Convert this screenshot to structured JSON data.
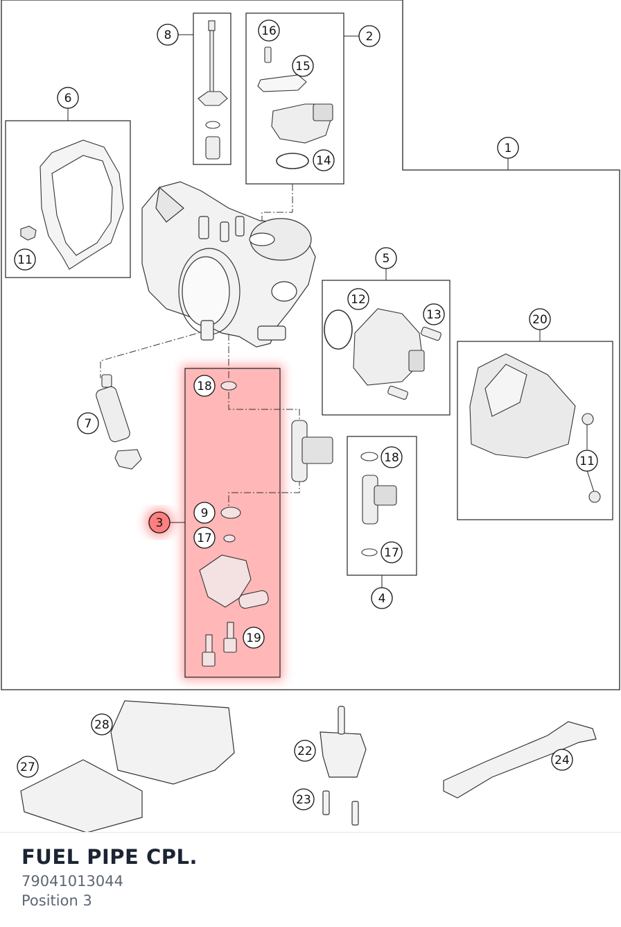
{
  "diagram": {
    "callouts": [
      {
        "id": "c1",
        "label": "1"
      },
      {
        "id": "c2",
        "label": "2"
      },
      {
        "id": "c3",
        "label": "3"
      },
      {
        "id": "c4",
        "label": "4"
      },
      {
        "id": "c5",
        "label": "5"
      },
      {
        "id": "c6",
        "label": "6"
      },
      {
        "id": "c7",
        "label": "7"
      },
      {
        "id": "c8",
        "label": "8"
      },
      {
        "id": "c9",
        "label": "9"
      },
      {
        "id": "c11a",
        "label": "11"
      },
      {
        "id": "c11b",
        "label": "11"
      },
      {
        "id": "c12",
        "label": "12"
      },
      {
        "id": "c13",
        "label": "13"
      },
      {
        "id": "c14",
        "label": "14"
      },
      {
        "id": "c15",
        "label": "15"
      },
      {
        "id": "c16",
        "label": "16"
      },
      {
        "id": "c17a",
        "label": "17"
      },
      {
        "id": "c17b",
        "label": "17"
      },
      {
        "id": "c18a",
        "label": "18"
      },
      {
        "id": "c18b",
        "label": "18"
      },
      {
        "id": "c19",
        "label": "19"
      },
      {
        "id": "c20",
        "label": "20"
      },
      {
        "id": "c22",
        "label": "22"
      },
      {
        "id": "c23",
        "label": "23"
      },
      {
        "id": "c24",
        "label": "24"
      },
      {
        "id": "c27",
        "label": "27"
      },
      {
        "id": "c28",
        "label": "28"
      }
    ],
    "highlighted_position": "3",
    "highlight_color": "#ff4d4d"
  },
  "part": {
    "title": "FUEL PIPE CPL.",
    "number": "79041013044",
    "position": "Position 3"
  }
}
